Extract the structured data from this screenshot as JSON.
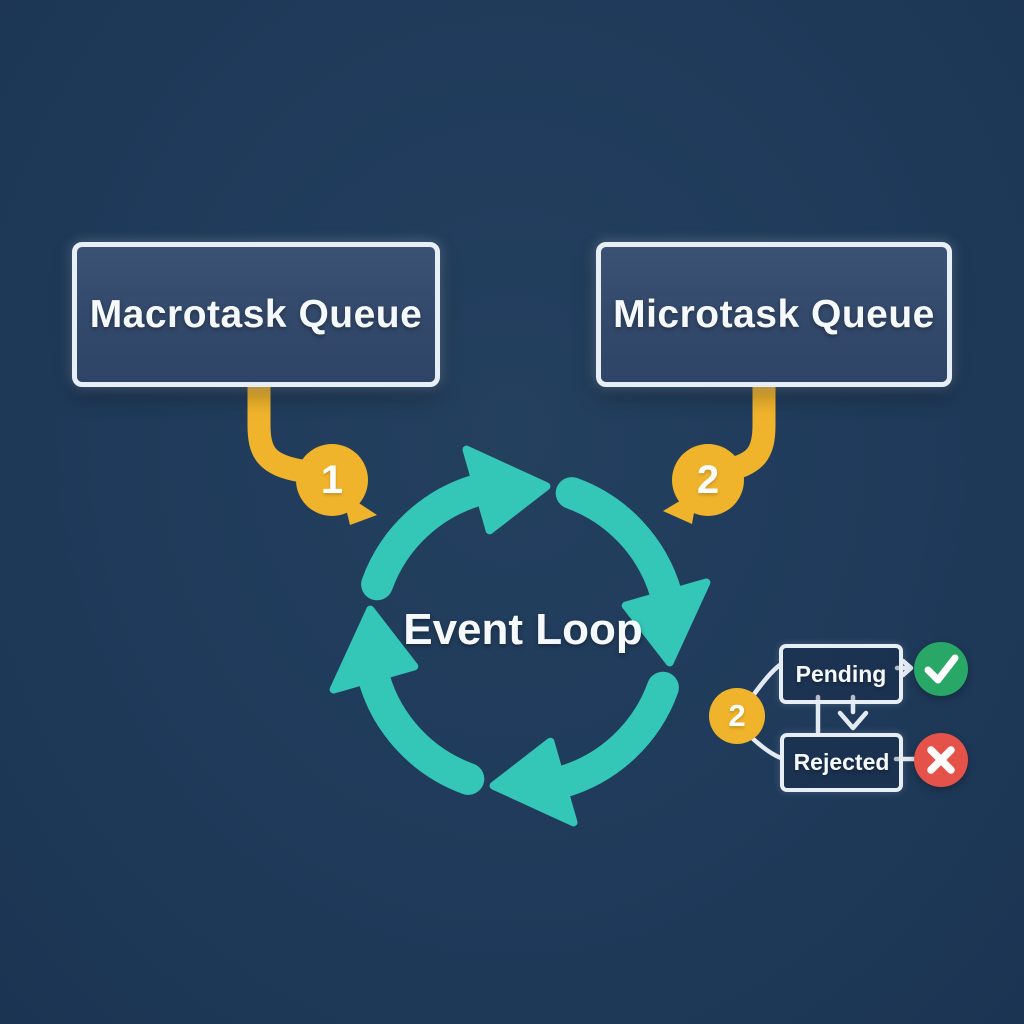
{
  "diagram": {
    "title": "Event Loop",
    "boxes": {
      "macrotask": {
        "label": "Macrotask Queue"
      },
      "microtask": {
        "label": "Microtask Queue"
      }
    },
    "badges": {
      "macrotask_step": "1",
      "microtask_step": "2"
    },
    "promise_flow": {
      "badge": "2",
      "pending_label": "Pending",
      "rejected_label": "Rejected",
      "fulfilled_icon": "check-icon",
      "rejected_icon": "x-icon"
    },
    "colors": {
      "background": "#1f3a5a",
      "box_fill": "#33496b",
      "box_border": "#e8eef5",
      "arrow_teal": "#34c6b6",
      "connector_yellow": "#f0b42c",
      "fulfilled_green": "#28a766",
      "rejected_red": "#e5524a",
      "text": "#f6f9fc"
    }
  }
}
